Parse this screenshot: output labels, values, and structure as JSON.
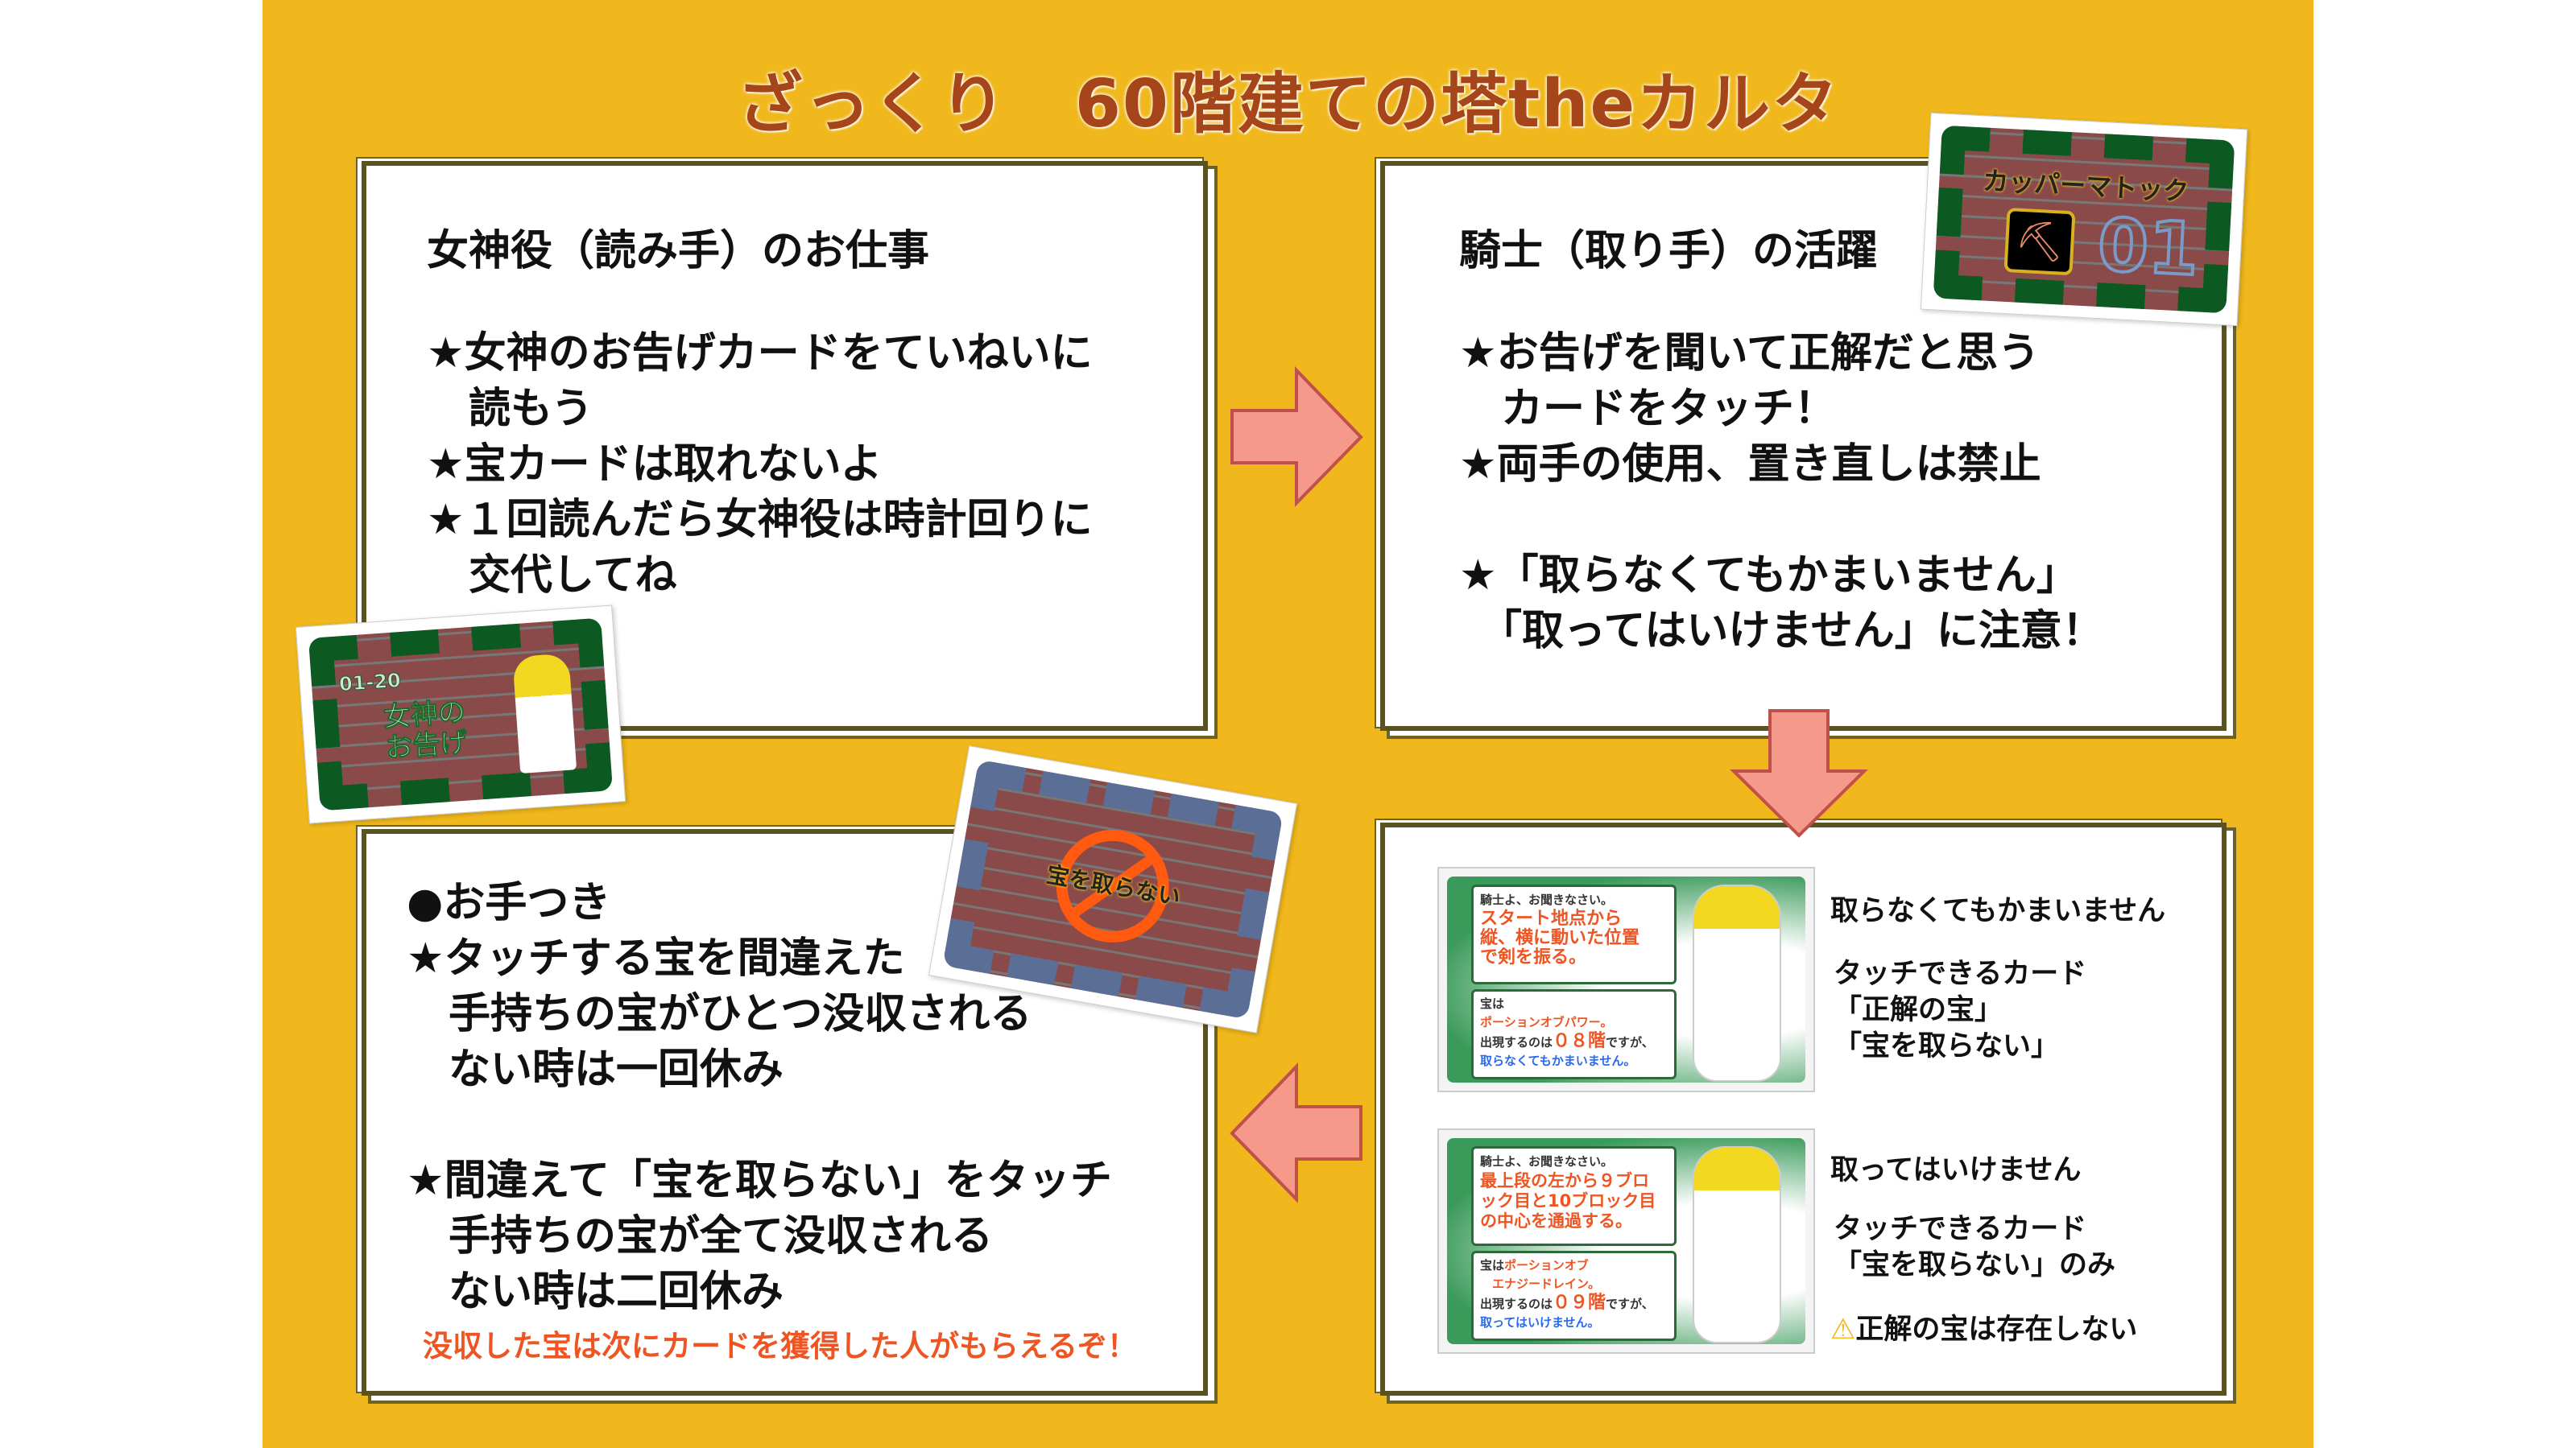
{
  "title": "ざっくり　60階建ての塔theカルタ",
  "colors": {
    "background": "#f0b81c",
    "title": "#a6441a",
    "arrow": "#f59a8a",
    "note": "#ee5522",
    "blue": "#2a6aee"
  },
  "reader_panel": {
    "heading": "女神役（読み手）のお仕事",
    "body": "★女神のお告げカードをていねいに\n　読もう\n★宝カードは取れないよ\n★１回読んだら女神役は時計回りに\n　交代してね"
  },
  "taker_panel": {
    "heading": "騎士（取り手）の活躍",
    "body": "★お告げを聞いて正解だと思う\n　カードをタッチ！\n★両手の使用、置き直しは禁止\n\n★「取らなくてもかまいません」\n　「取ってはいけません」に注意！"
  },
  "penalty_panel": {
    "body": "●お手つき\n★タッチする宝を間違えた\n　手持ちの宝がひとつ没収される\n　ない時は一回休み\n\n★間違えて「宝を取らない」をタッチ\n　手持ちの宝が全て没収される\n　ない時は二回休み",
    "note": "没収した宝は次にカードを獲得した人がもらえるぞ！"
  },
  "cards": {
    "treasure_card": {
      "name": "カッパーマトック",
      "number": "01",
      "icon": "pickaxe-icon"
    },
    "goddess_card": {
      "number": "01-20",
      "name": "女神の\nお告げ"
    },
    "no_take_card": {
      "name": "宝を取らない",
      "icon": "prohibited-icon"
    }
  },
  "examples": [
    {
      "greeting": "騎士よ、お聞きなさい。",
      "clue": "スタート地点から\n縦、横に動いた位置\nで剣を振る。",
      "treasure_prefix": "宝は",
      "treasure": "ポーションオブパワー。",
      "floor_prefix": "出現するのは",
      "floor": "０８階",
      "floor_suffix": "ですが、",
      "rule": "取らなくてもかまいません。",
      "heading": "取らなくてもかまいません",
      "touchable_label": "タッチできるカード",
      "touchable": "「正解の宝」\n「宝を取らない」"
    },
    {
      "greeting": "騎士よ、お聞きなさい。",
      "clue": "最上段の左から９ブロ\nック目と10ブロック目\nの中心を通過する。",
      "treasure_prefix": "宝は",
      "treasure": "ポーションオブ\n　エナジードレイン。",
      "floor_prefix": "出現するのは",
      "floor": "０９階",
      "floor_suffix": "ですが、",
      "rule": "取ってはいけません。",
      "heading": "取ってはいけません",
      "touchable_label": "タッチできるカード",
      "touchable": "「宝を取らない」のみ",
      "warning": "正解の宝は存在しない"
    }
  ]
}
